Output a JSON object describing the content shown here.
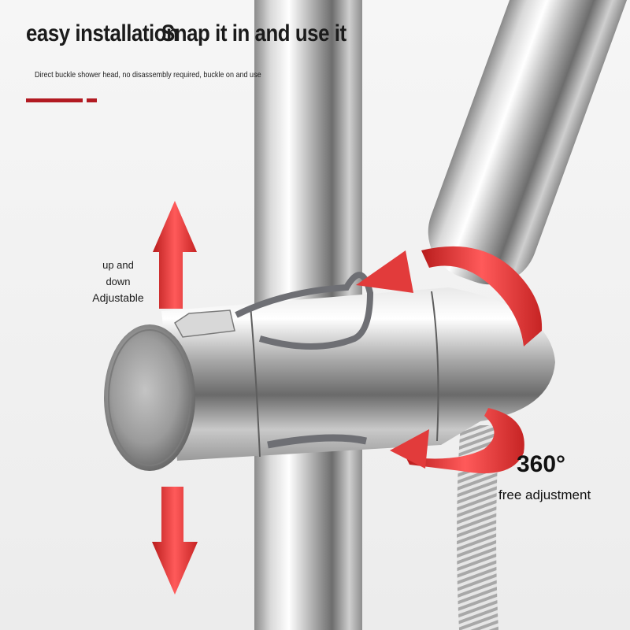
{
  "header": {
    "title_part1": "easy installation",
    "title_part2": "Snap it in and use it",
    "subtitle": "Direct buckle shower head, no disassembly required, buckle on and use"
  },
  "labels": {
    "updown_line1": "up and",
    "updown_line2": "down",
    "updown_line3": "Adjustable",
    "rotation_value": "360°",
    "rotation_text": "free adjustment"
  },
  "colors": {
    "accent_red": "#b21a22",
    "arrow_red": "#e23b3b",
    "chrome_light": "#f4f4f4",
    "chrome_dark": "#7d7d7d",
    "background": "#efefef"
  },
  "icons": [
    "up-arrow-icon",
    "down-arrow-icon",
    "rotate-arrow-icon"
  ]
}
